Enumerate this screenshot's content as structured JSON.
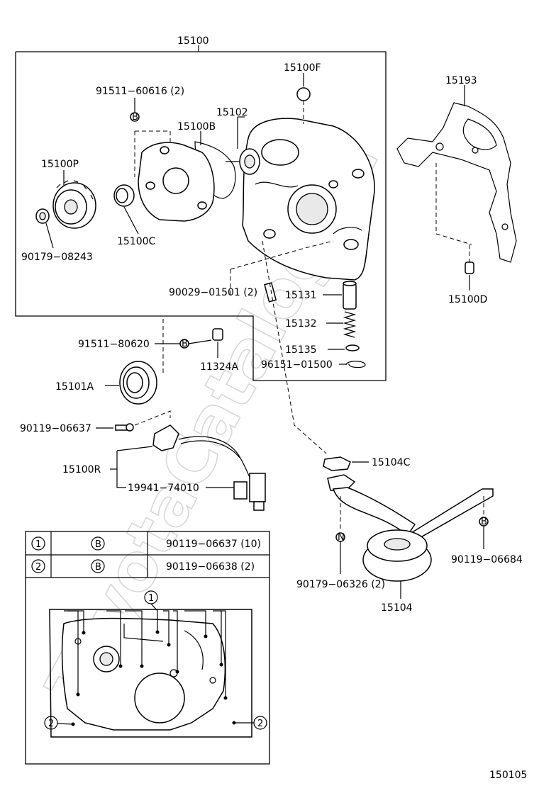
{
  "watermark": "ToyotaCatalog.ru",
  "diagram_id": "150105",
  "labels": {
    "p15100": "15100",
    "p15100F": "15100F",
    "p15193": "15193",
    "p91511_60616": "91511−60616 (2)",
    "p15102": "15102",
    "p15100B": "15100B",
    "p15100P": "15100P",
    "p15100C": "15100C",
    "p90179_08243": "90179−08243",
    "p90029_01501": "90029−01501 (2)",
    "p15131": "15131",
    "p15132": "15132",
    "p15135": "15135",
    "p96151_01500": "96151−01500",
    "p15100D": "15100D",
    "p91511_80620": "91511−80620",
    "p11324A": "11324A",
    "p15101A": "15101A",
    "p90119_06637": "90119−06637",
    "p15100R": "15100R",
    "p19941_74010": "19941−74010",
    "p15104C": "15104C",
    "p90119_06684": "90119−06684",
    "p90179_06326": "90179−06326 (2)",
    "p15104": "15104"
  },
  "symbols": {
    "B": "B",
    "N": "N",
    "one": "1",
    "two": "2"
  },
  "bolt_table": [
    {
      "ref": "1",
      "symbol": "B",
      "part": "90119−06637 (10)"
    },
    {
      "ref": "2",
      "symbol": "B",
      "part": "90119−06638 (2)"
    }
  ]
}
